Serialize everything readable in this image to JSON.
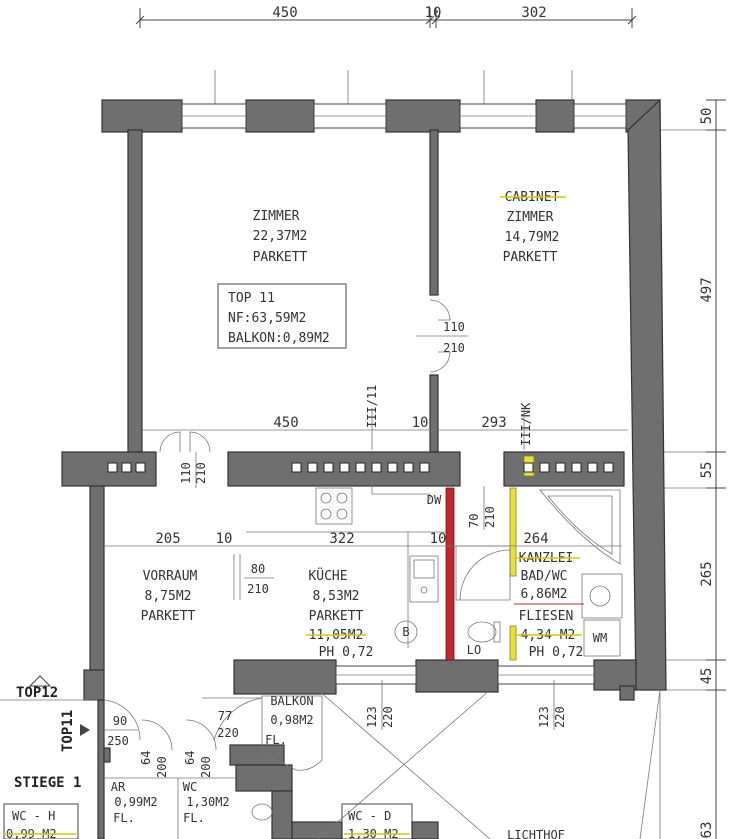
{
  "dimensions_top": [
    "450",
    "10",
    "302"
  ],
  "dimensions_right": [
    "50",
    "497",
    "55",
    "265",
    "45",
    "63"
  ],
  "inner_dimensions": {
    "upper_row": [
      "450",
      "10",
      "293"
    ],
    "middle_row": [
      "205",
      "10",
      "322",
      "10",
      "264"
    ]
  },
  "shaft_labels": [
    "III/11",
    "III/NK"
  ],
  "apartment": {
    "name": "TOP 11",
    "net_area": "NF:63,59M2",
    "balcony": "BALKON:0,89M2"
  },
  "rooms": [
    {
      "id": "zimmer",
      "lines": [
        "ZIMMER",
        "22,37M2",
        "PARKETT"
      ]
    },
    {
      "id": "cabinet",
      "struck": "CABINET",
      "lines": [
        "ZIMMER",
        "14,79M2",
        "PARKETT"
      ]
    },
    {
      "id": "vorraum",
      "lines": [
        "VORRAUM",
        "8,75M2",
        "PARKETT"
      ]
    },
    {
      "id": "kueche",
      "lines": [
        "KÜCHE",
        "8,53M2",
        "PARKETT"
      ],
      "struck": "11,05M2",
      "extra": "PH 0,72"
    },
    {
      "id": "bad",
      "struck": "KANZLEI",
      "lines": [
        "BAD/WC",
        "6,86M2"
      ],
      "struck2": "FLIESEN",
      "extra_struck": "4,34 M2",
      "extra": "PH 0,72"
    },
    {
      "id": "balkon",
      "lines": [
        "BALKON",
        "0,98M2",
        "FL."
      ]
    },
    {
      "id": "ar",
      "lines": [
        "AR",
        "0,99M2",
        "FL."
      ]
    },
    {
      "id": "wc",
      "lines": [
        "WC",
        "1,30M2",
        "FL."
      ]
    }
  ],
  "doors": [
    "110/210",
    "110/210",
    "80/210",
    "70/210",
    "77/220",
    "90/250",
    "64/200",
    "64/200",
    "123/220",
    "123/220"
  ],
  "labels": {
    "top12": "TOP12",
    "top11": "TOP11",
    "stiege": "STIEGE 1",
    "wc_h": "WC - H",
    "wc_h_area": "0,99 M2",
    "wc_d": "WC - D",
    "wc_d_area": "1,30 M2",
    "lichthof": "LICHTHOF",
    "b": "B",
    "lo": "LO",
    "wm": "WM",
    "dw": "DW"
  },
  "colors": {
    "wall": "#6f6f6f",
    "red_wall": "#c0282b",
    "yellow_wall": "#e8de3a",
    "line": "#444444"
  }
}
